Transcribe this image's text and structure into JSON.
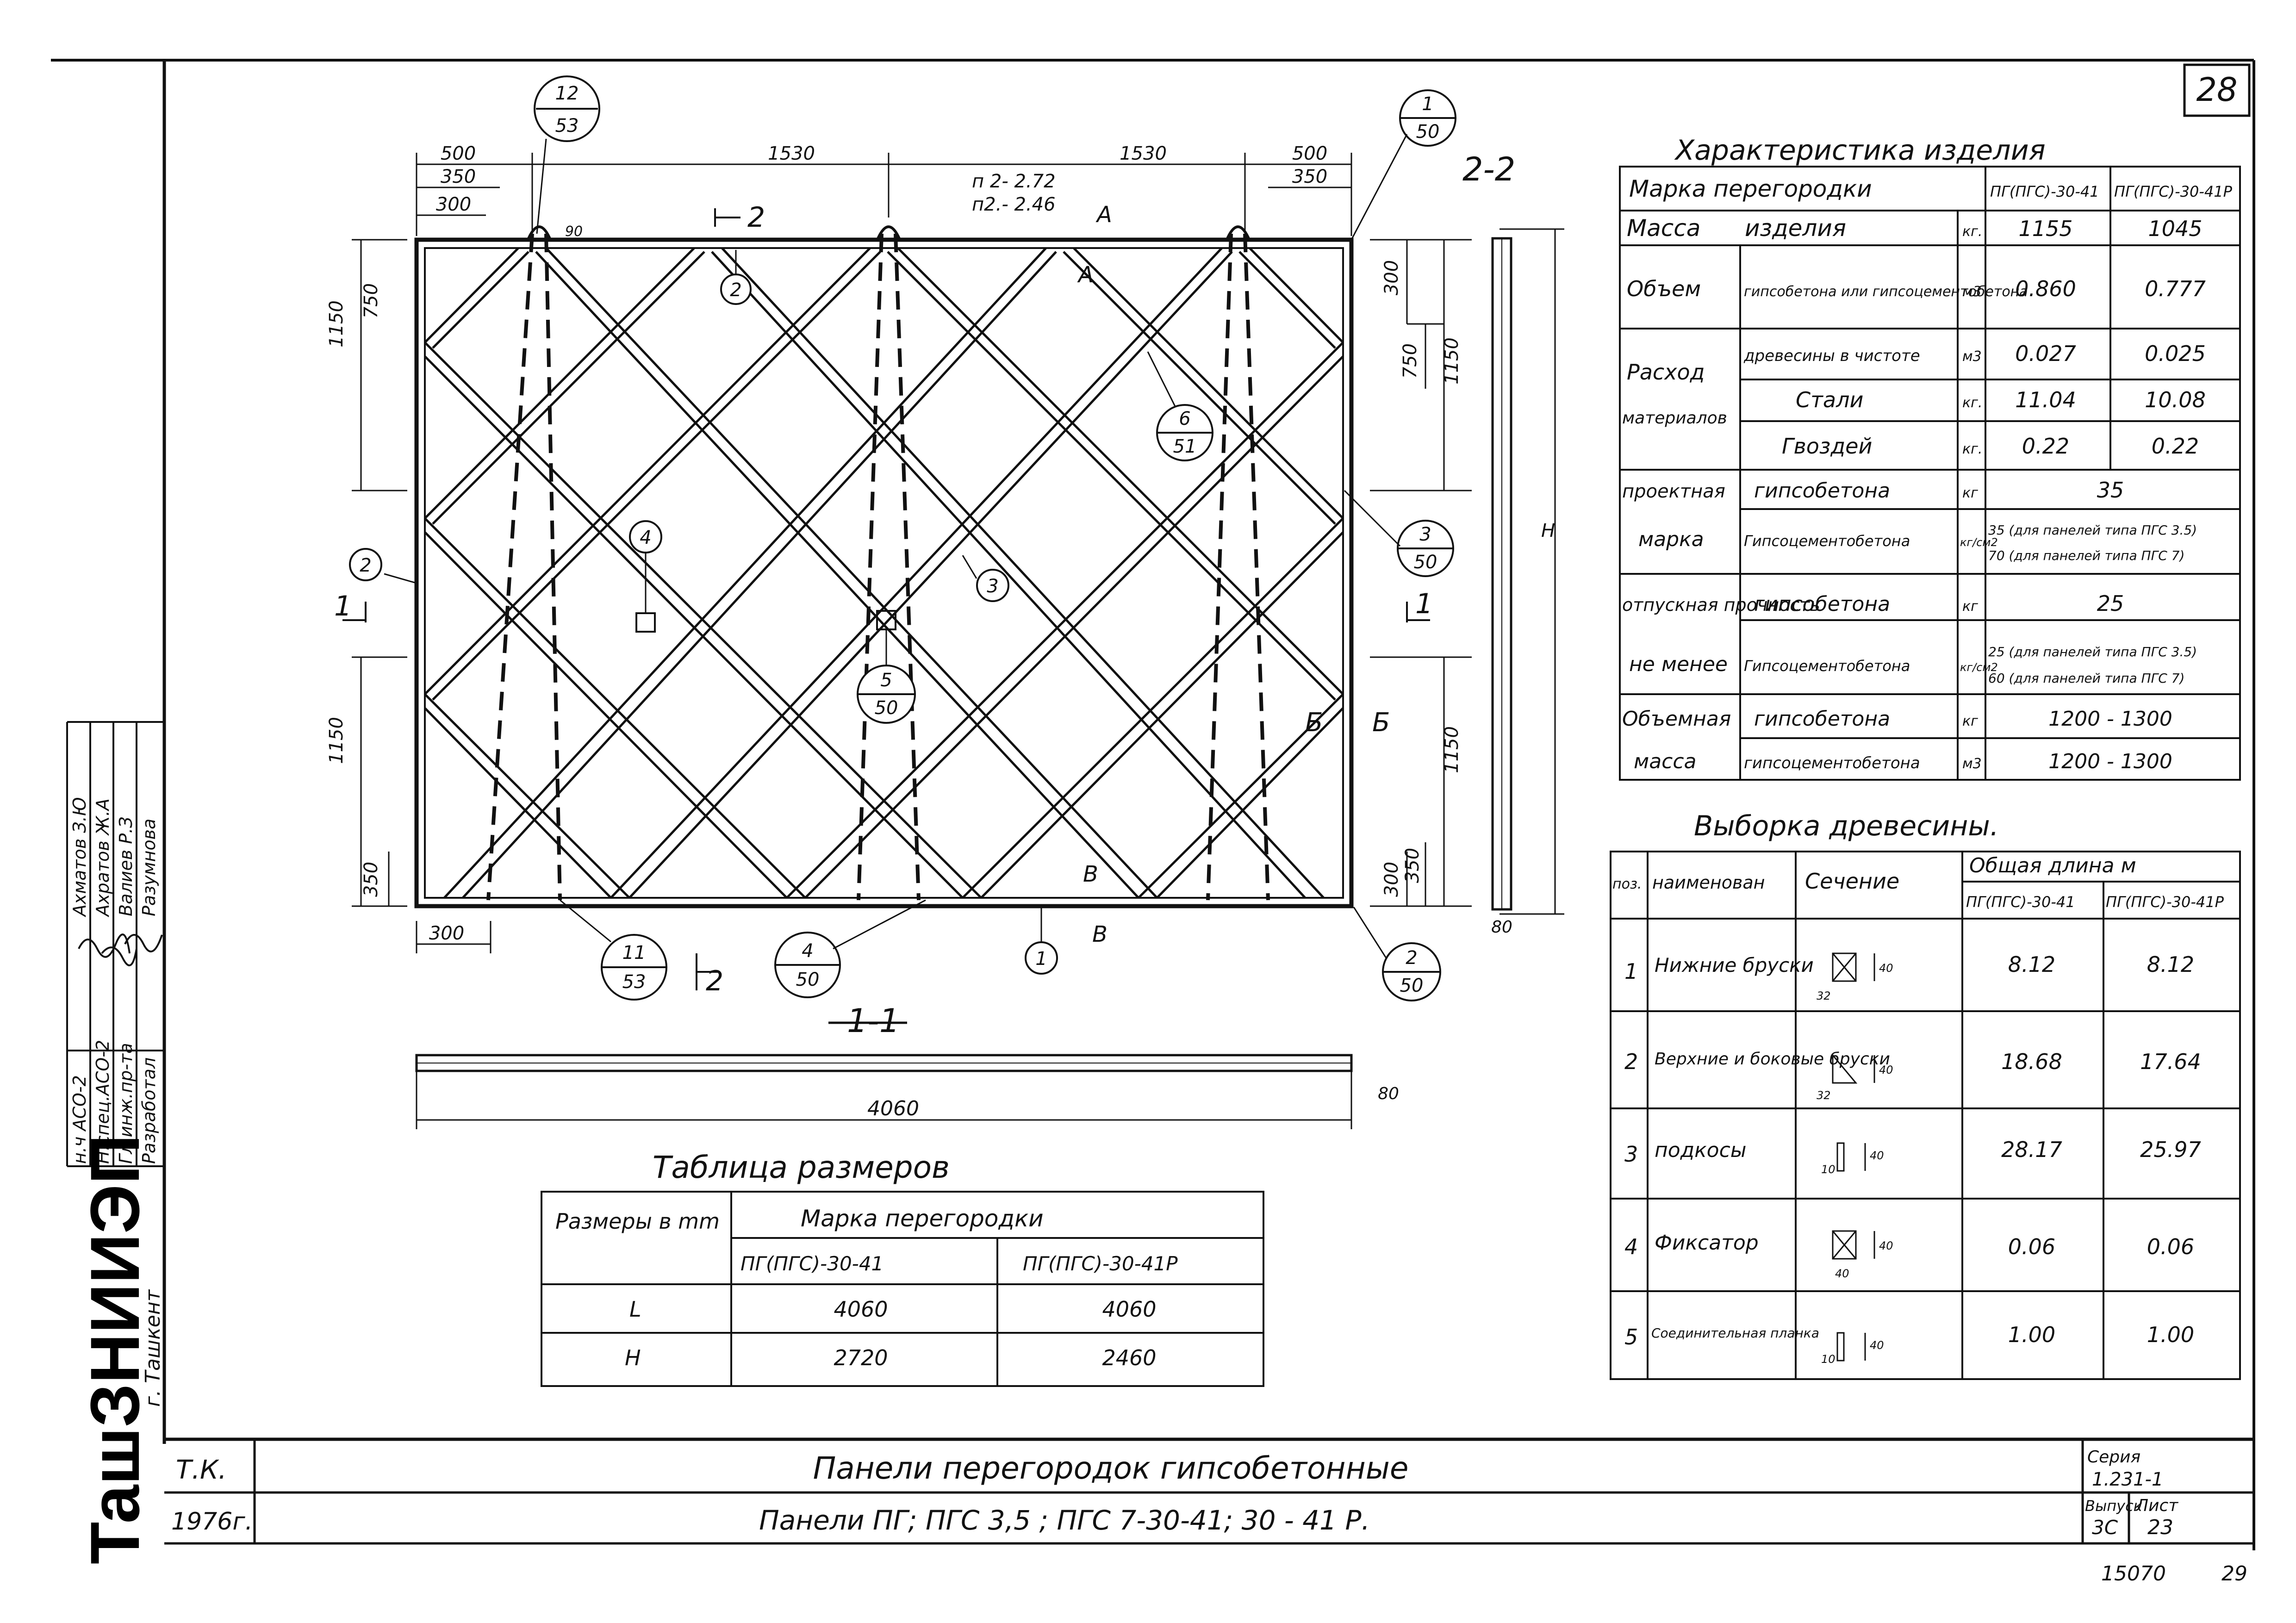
{
  "sheet_number": "28",
  "page_footer_number": "29",
  "archive_number": "15070",
  "dims": {
    "d500": "500",
    "d1530": "1530",
    "d350": "350",
    "d300": "300",
    "d90": "90",
    "d1150": "1150",
    "d750": "750",
    "d80": "80",
    "d4060": "4060",
    "H": "H"
  },
  "bubbles": [
    {
      "top": "12",
      "bottom": "53"
    },
    {
      "top": "1",
      "bottom": "50"
    },
    {
      "top": "6",
      "bottom": "51"
    },
    {
      "top": "3",
      "bottom": "50"
    },
    {
      "top": "5",
      "bottom": "50"
    },
    {
      "top": "11",
      "bottom": "53"
    },
    {
      "top": "4",
      "bottom": "50"
    },
    {
      "top": "2",
      "bottom": "50"
    }
  ],
  "markers": [
    "2",
    "4",
    "3",
    "2",
    "1"
  ],
  "notes": {
    "pg272": "п 2- 2.72",
    "pg246": "п2.- 2.46",
    "A": "А",
    "B_upper": "Б",
    "V": "В",
    "sec_2_top": "2",
    "sec_2_bot": "2",
    "sec_1_left": "1",
    "sec_1_right": "1",
    "view_22": "2-2",
    "view_11": "1-1"
  },
  "char_table": {
    "title": "Характеристика изделия",
    "head": [
      "Марка перегородки",
      "ПГ(ПГС)-30-41",
      "ПГ(ПГС)-30-41Р"
    ],
    "rows": [
      {
        "a": "Масса",
        "b": "изделия",
        "u": "кг.",
        "v1": "1155",
        "v2": "1045"
      },
      {
        "a": "Объем",
        "b": "гипсобетона или гипсоцементобетона",
        "u": "м3",
        "v1": "0.860",
        "v2": "0.777"
      },
      {
        "a": "Расход",
        "b": "древесины в чистоте",
        "u": "м3",
        "v1": "0.027",
        "v2": "0.025"
      },
      {
        "a": "материалов",
        "b": "Стали",
        "u": "кг.",
        "v1": "11.04",
        "v2": "10.08"
      },
      {
        "a": "",
        "b": "Гвоздей",
        "u": "кг.",
        "v1": "0.22",
        "v2": "0.22"
      },
      {
        "a": "проектная",
        "b": "гипсобетона",
        "u": "кг",
        "v1": "35",
        "v2": ""
      },
      {
        "a": "марка",
        "b": "Гипсоцементобетона",
        "u": "кг/см2",
        "v1": "35 (для панелей типа ПГС 3.5)",
        "v2": "70 (для панелей типа ПГС 7)"
      },
      {
        "a": "отпускная прочность",
        "b": "гипсобетона",
        "u": "кг",
        "v1": "25",
        "v2": ""
      },
      {
        "a": "не менее",
        "b": "Гипсоцементобетона",
        "u": "кг/см2",
        "v1": "25 (для панелей типа ПГС 3.5)",
        "v2": "60 (для панелей типа ПГС 7)"
      },
      {
        "a": "Объемная",
        "b": "гипсобетона",
        "u": "кг",
        "v1": "1200 - 1300",
        "v2": ""
      },
      {
        "a": "масса",
        "b": "гипсоцементобетона",
        "u": "м3",
        "v1": "1200 - 1300",
        "v2": ""
      }
    ]
  },
  "wood_table": {
    "title": "Выборка древесины.",
    "head": [
      "поз.",
      "наименован",
      "Сечение",
      "Общая длина м",
      "ПГ(ПГС)-30-41",
      "ПГ(ПГС)-30-41Р"
    ],
    "rows": [
      {
        "pos": "1",
        "name": "Нижние бруски",
        "s1": "32",
        "s2": "40",
        "v1": "8.12",
        "v2": "8.12"
      },
      {
        "pos": "2",
        "name": "Верхние и боковые бруски",
        "s1": "32",
        "s2": "40",
        "v1": "18.68",
        "v2": "17.64"
      },
      {
        "pos": "3",
        "name": "подкосы",
        "s1": "10",
        "s2": "40",
        "v1": "28.17",
        "v2": "25.97"
      },
      {
        "pos": "4",
        "name": "Фиксатор",
        "s1": "40",
        "s2": "40",
        "v1": "0.06",
        "v2": "0.06"
      },
      {
        "pos": "5",
        "name": "Соединительная планка",
        "s1": "10",
        "s2": "40",
        "v1": "1.00",
        "v2": "1.00"
      }
    ]
  },
  "size_table": {
    "title": "Таблица размеров",
    "h1": "Размеры в mm",
    "h2": "Марка перегородки",
    "c1": "ПГ(ПГС)-30-41",
    "c2": "ПГ(ПГС)-30-41Р",
    "rows": [
      {
        "k": "L",
        "v1": "4060",
        "v2": "4060"
      },
      {
        "k": "H",
        "v1": "2720",
        "v2": "2460"
      }
    ]
  },
  "title_block": {
    "tk": "Т.К.",
    "year": "1976г.",
    "title": "Панели перегородок гипсобетонные",
    "subtitle": "Панели ПГ; ПГС 3,5 ; ПГС 7-30-41; 30 - 41 Р.",
    "series_label": "Серия",
    "series": "1.231-1",
    "issue_label": "Выпуск",
    "issue": "3С",
    "sheet_label": "Лист",
    "sheet": "23"
  },
  "side_stamp": {
    "org": "ТашЗНИИЭП",
    "city": "г. Ташкент",
    "roles": [
      "Разработал",
      "Гл.инж.пр-та",
      "Н.спец.АСО-2",
      "н.ч АСО-2"
    ],
    "names": [
      "Разумнова",
      "Валиев Р.З",
      "Ахратов Ж.А",
      "Ахматов З.Ю"
    ]
  },
  "colors": {
    "ink": "#111111",
    "paper": "#ffffff"
  }
}
